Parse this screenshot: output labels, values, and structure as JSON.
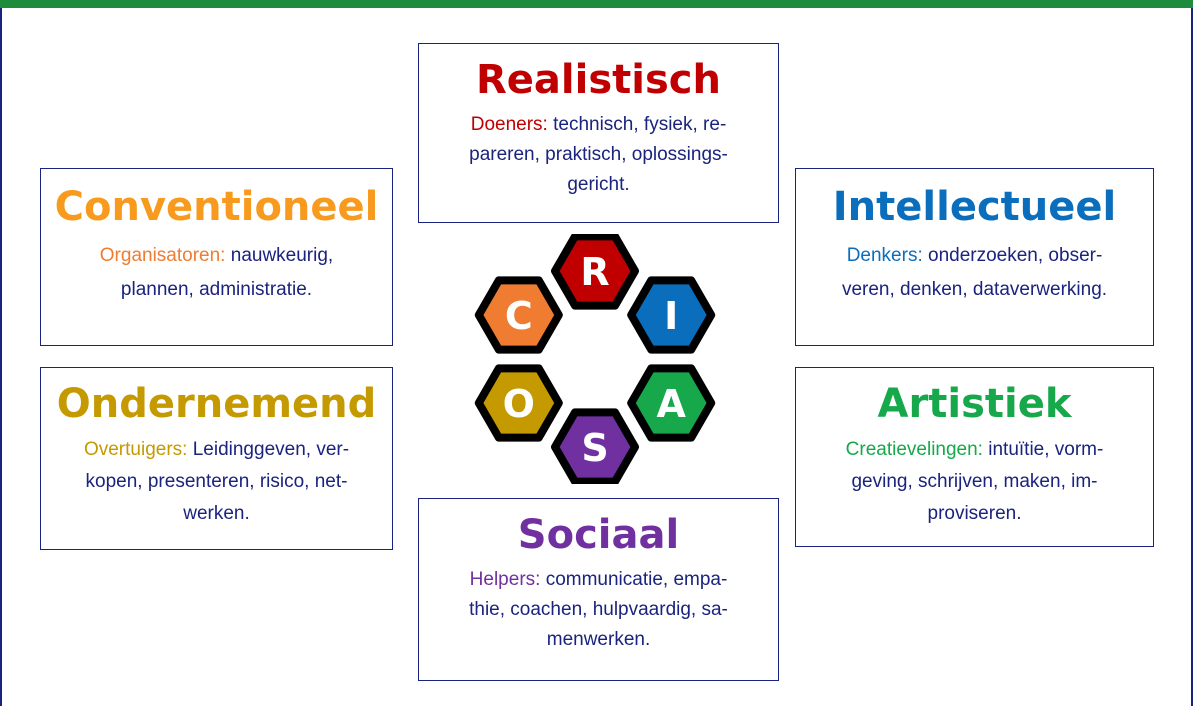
{
  "cards": {
    "realistisch": {
      "title": "Realistisch",
      "lead": "Doeners:",
      "text": "technisch, fysiek, re-pareren, praktisch, oplossings-gericht.",
      "color": "#c00000"
    },
    "conventioneel": {
      "title": "Conventioneel",
      "lead": "Organisatoren:",
      "text": "nauwkeurig, plannen, administratie.",
      "color": "#f79a1e",
      "lead_color": "#ef7c31"
    },
    "intellectueel": {
      "title": "Intellectueel",
      "lead": "Denkers:",
      "text": "onderzoeken, obser-veren, denken, dataverwerking.",
      "color": "#0a6ebd"
    },
    "ondernemend": {
      "title": "Ondernemend",
      "lead": "Overtuigers:",
      "text": "Leidinggeven, ver-kopen, presenteren, risico, net-werken.",
      "color": "#c49a00"
    },
    "artistiek": {
      "title": "Artistiek",
      "lead": "Creatievelingen:",
      "text": "intuïtie, vorm-geving, schrijven, maken, im-proviseren.",
      "color": "#16a84a"
    },
    "sociaal": {
      "title": "Sociaal",
      "lead": "Helpers:",
      "text": "communicatie, empa-thie, coachen, hulpvaardig, sa-menwerken.",
      "color": "#7030a0"
    }
  },
  "hexagons": [
    {
      "letter": "R",
      "color": "#c00000"
    },
    {
      "letter": "I",
      "color": "#0a6ebd"
    },
    {
      "letter": "A",
      "color": "#16a84a"
    },
    {
      "letter": "S",
      "color": "#7030a0"
    },
    {
      "letter": "O",
      "color": "#c49a00"
    },
    {
      "letter": "C",
      "color": "#ef7c31"
    }
  ]
}
